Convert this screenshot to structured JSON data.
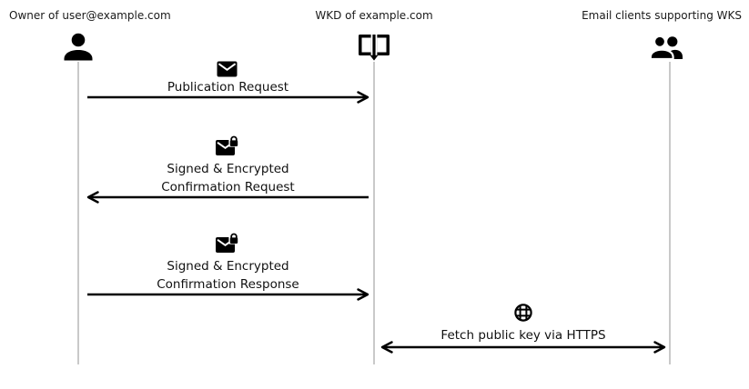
{
  "diagram": {
    "background": "#ffffff",
    "actors": [
      {
        "id": "owner",
        "label": "Owner of user@example.com",
        "icon": "person-icon"
      },
      {
        "id": "wkd",
        "label": "WKD of example.com",
        "icon": "open-book-icon"
      },
      {
        "id": "clients",
        "label": "Email clients supporting WKS",
        "icon": "people-icon"
      }
    ],
    "messages": [
      {
        "lines": [
          "Publication Request"
        ],
        "icon": "envelope-icon",
        "from": "owner",
        "to": "wkd",
        "direction": "right"
      },
      {
        "lines": [
          "Signed & Encrypted",
          "Confirmation Request"
        ],
        "icon": "envelope-lock-icon",
        "from": "wkd",
        "to": "owner",
        "direction": "left"
      },
      {
        "lines": [
          "Signed & Encrypted",
          "Confirmation Response"
        ],
        "icon": "envelope-lock-icon",
        "from": "owner",
        "to": "wkd",
        "direction": "right"
      },
      {
        "lines": [
          "Fetch public key via HTTPS"
        ],
        "icon": "globe-icon",
        "from": "clients",
        "to": "wkd",
        "direction": "both"
      }
    ],
    "colors": {
      "text": "#111111",
      "arrow": "#000000",
      "lifeline": "#c9c9c9",
      "icon": "#000000",
      "background": "#ffffff"
    }
  }
}
